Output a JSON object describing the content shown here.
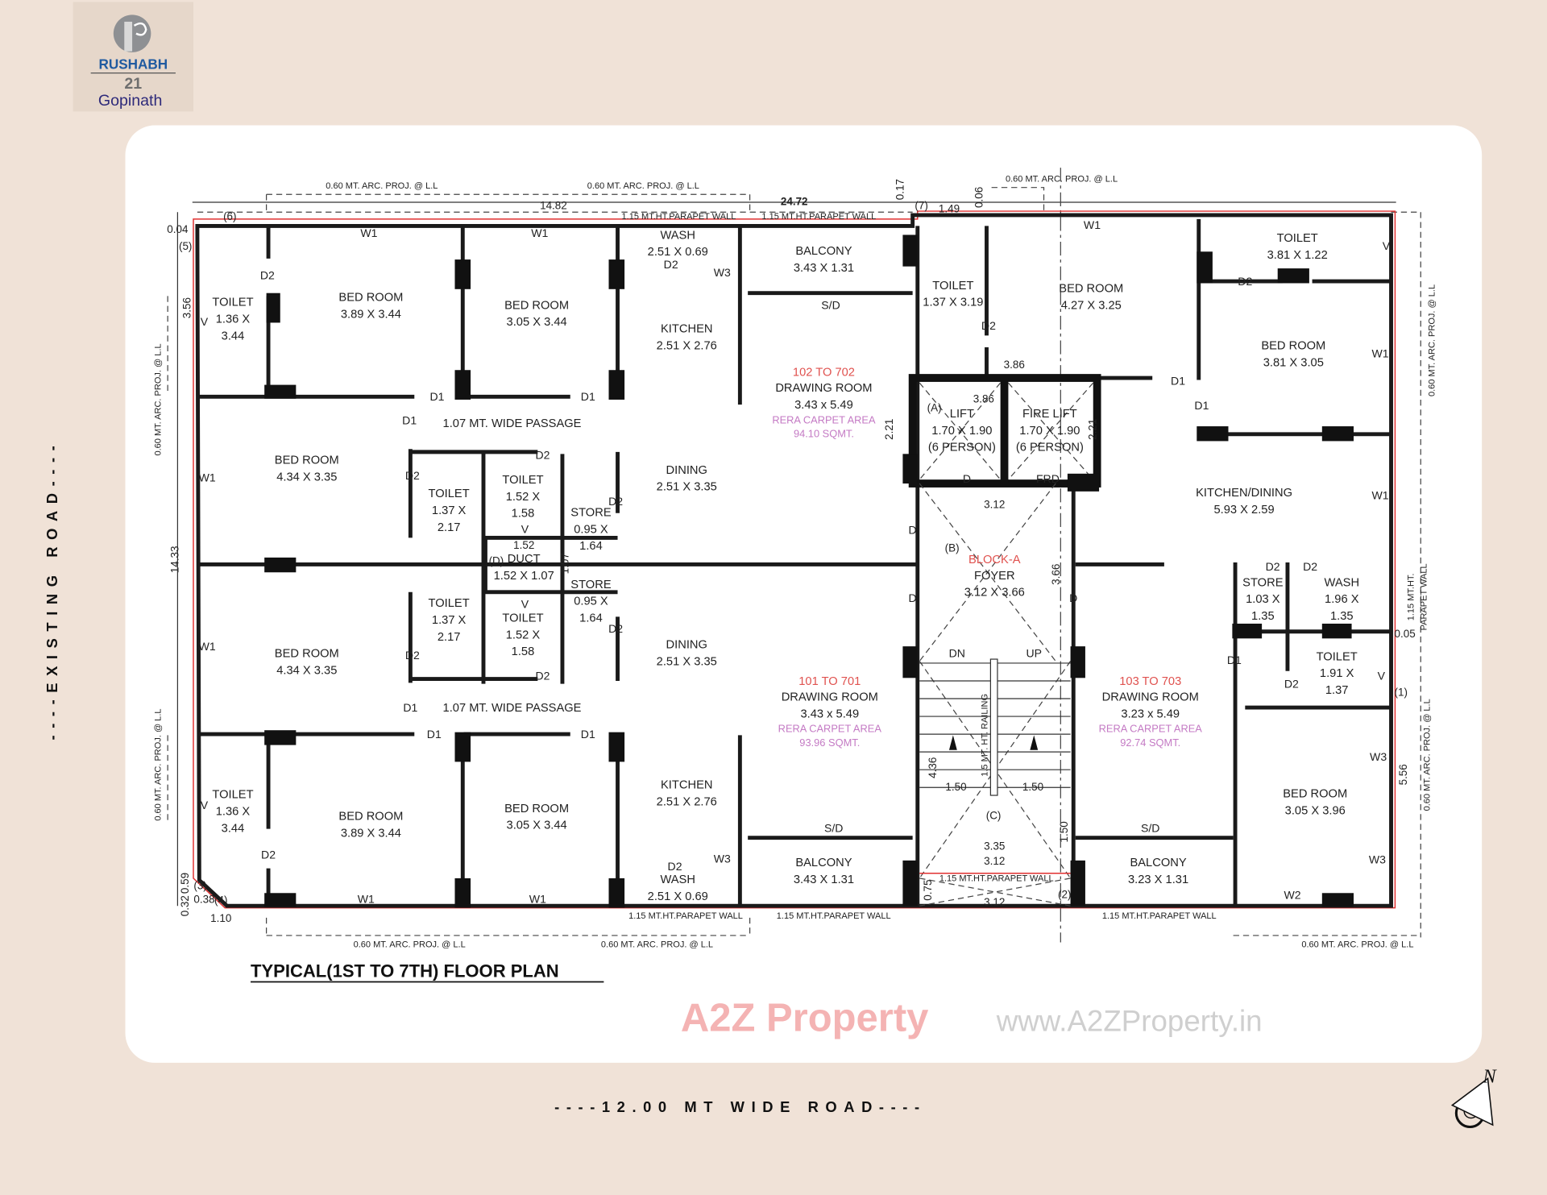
{
  "logo": {
    "brand": "RUSHABH",
    "number": "21",
    "name": "Gopinath",
    "colors": {
      "box": "#e6d7ca",
      "emblem": "#8e9093",
      "brand": "#1f5aa0",
      "name": "#2e2a7a"
    }
  },
  "plan_title": "TYPICAL(1ST TO 7TH) FLOOR PLAN",
  "roads": {
    "left": "----EXISTING ROAD----",
    "bottom": "----12.00 MT WIDE ROAD----"
  },
  "compass": {
    "icon": "north-arrow-icon",
    "label": "N"
  },
  "watermark": {
    "logo_text": "A2Z Property",
    "url": "www.A2ZProperty.in"
  },
  "colors": {
    "background": "#f0e2d7",
    "card": "#ffffff",
    "unit_label": "#e0524f",
    "carpet_area": "#c47ac4",
    "boundary": "#e03030"
  },
  "rooms": [
    {
      "lines": [
        "TOILET",
        "1.36 X",
        "3.44"
      ]
    },
    {
      "lines": [
        "BED ROOM",
        "3.89 X 3.44"
      ]
    },
    {
      "lines": [
        "BED ROOM",
        "3.05 X 3.44"
      ]
    },
    {
      "lines": [
        "WASH",
        "2.51 X 0.69"
      ]
    },
    {
      "lines": [
        "KITCHEN",
        "2.51 X 2.76"
      ]
    },
    {
      "lines": [
        "BALCONY",
        "3.43 X 1.31"
      ]
    },
    {
      "unit": "102 TO 702",
      "lines": [
        "DRAWING ROOM",
        "3.43 x 5.49"
      ],
      "carpet": [
        "RERA CARPET AREA",
        "94.10 SQMT."
      ]
    },
    {
      "lines": [
        "TOILET",
        "1.37 X 3.19"
      ]
    },
    {
      "lines": [
        "BED ROOM",
        "4.27 X 3.25"
      ]
    },
    {
      "lines": [
        "TOILET",
        "3.81 X 1.22"
      ]
    },
    {
      "lines": [
        "BED ROOM",
        "3.81 X 3.05"
      ]
    },
    {
      "lines": [
        "LIFT",
        "1.70 X 1.90",
        "(6 PERSON)"
      ]
    },
    {
      "lines": [
        "FIRE LIFT",
        "1.70 X 1.90",
        "(6 PERSON)"
      ]
    },
    {
      "lines": [
        "BED ROOM",
        "4.34 X 3.35"
      ]
    },
    {
      "lines": [
        "TOILET",
        "1.37 X",
        "2.17"
      ]
    },
    {
      "lines": [
        "TOILET",
        "1.52 X",
        "1.58"
      ]
    },
    {
      "lines": [
        "STORE",
        "0.95 X",
        "1.64"
      ]
    },
    {
      "lines": [
        "DINING",
        "2.51 X 3.35"
      ]
    },
    {
      "lines": [
        "KITCHEN/DINING",
        "5.93 X 2.59"
      ]
    },
    {
      "lines": [
        "DUCT",
        "1.52 X 1.07"
      ]
    },
    {
      "unit": "BLOCK-A",
      "lines": [
        "FOYER",
        "3.12 X 3.66"
      ]
    },
    {
      "lines": [
        "STORE",
        "0.95 X",
        "1.64"
      ]
    },
    {
      "lines": [
        "TOILET",
        "1.37 X",
        "2.17"
      ]
    },
    {
      "lines": [
        "TOILET",
        "1.52 X",
        "1.58"
      ]
    },
    {
      "lines": [
        "BED ROOM",
        "4.34 X 3.35"
      ]
    },
    {
      "lines": [
        "DINING",
        "2.51 X 3.35"
      ]
    },
    {
      "lines": [
        "STORE",
        "1.03 X",
        "1.35"
      ]
    },
    {
      "lines": [
        "WASH",
        "1.96 X",
        "1.35"
      ]
    },
    {
      "lines": [
        "TOILET",
        "1.91 X",
        "1.37"
      ]
    },
    {
      "unit": "101 TO 701",
      "lines": [
        "DRAWING ROOM",
        "3.43 x 5.49"
      ],
      "carpet": [
        "RERA CARPET AREA",
        "93.96 SQMT."
      ]
    },
    {
      "unit": "103 TO 703",
      "lines": [
        "DRAWING ROOM",
        "3.23 x 5.49"
      ],
      "carpet": [
        "RERA CARPET AREA",
        "92.74 SQMT."
      ]
    },
    {
      "lines": [
        "TOILET",
        "1.36 X",
        "3.44"
      ]
    },
    {
      "lines": [
        "BED ROOM",
        "3.89 X 3.44"
      ]
    },
    {
      "lines": [
        "BED ROOM",
        "3.05 X 3.44"
      ]
    },
    {
      "lines": [
        "KITCHEN",
        "2.51 X 2.76"
      ]
    },
    {
      "lines": [
        "WASH",
        "2.51 X 0.69"
      ]
    },
    {
      "lines": [
        "BALCONY",
        "3.43 X 1.31"
      ]
    },
    {
      "lines": [
        "BALCONY",
        "3.23 X 1.31"
      ]
    },
    {
      "lines": [
        "BED ROOM",
        "3.05 X 3.96"
      ]
    }
  ],
  "passages": [
    "1.07 MT. WIDE PASSAGE",
    "1.07 MT. WIDE PASSAGE"
  ],
  "door_labels": [
    "D2",
    "W1",
    "W1",
    "D2",
    "W3",
    "D1",
    "D1",
    "D1",
    "D2",
    "D2",
    "D2",
    "W1",
    "V",
    "S/D",
    "D2",
    "W1",
    "D2",
    "V",
    "D1",
    "W1",
    "D1",
    "D",
    "FRD",
    "W1",
    "D",
    "D",
    "D",
    "D2",
    "D2",
    "D1",
    "D2",
    "V",
    "W3",
    "W3",
    "W2",
    "V",
    "V",
    "D2",
    "D2",
    "D2",
    "W1",
    "D1",
    "D1",
    "D1",
    "D2",
    "V",
    "W1",
    "W1",
    "D2",
    "W3",
    "S/D",
    "S/D",
    "DN",
    "UP"
  ],
  "dimension_labels": [
    "24.72",
    "14.82",
    "1.49",
    "0.17",
    "0.06",
    "0.04",
    "(6)",
    "(5)",
    "(7)",
    "3.56",
    "14.33",
    "3.86",
    "3.86",
    "2.21",
    "2.21",
    "(A)",
    "3.12",
    "(B)",
    "3.66",
    "(D)",
    "1.52",
    "1.07",
    "4.36",
    "1.50",
    "1.50",
    "(C)",
    "1.50",
    "3.35",
    "3.12",
    "3.12",
    "0.75",
    "(2)",
    "(1)",
    "5.56",
    "0.05",
    "0.32",
    "0.59",
    "(3)",
    "0.38",
    "(4)",
    "1.10"
  ],
  "annotations": [
    "0.60 MT. ARC. PROJ. @ L.L",
    "0.60 MT. ARC. PROJ. @ L.L",
    "0.60 MT. ARC. PROJ. @ L.L",
    "0.60 MT. ARC. PROJ. @ L.L",
    "0.60 MT. ARC. PROJ. @ L.L",
    "0.60 MT. ARC. PROJ. @ L.L",
    "0.60 MT. ARC. PROJ. @ L.L",
    "0.60 MT. ARC. PROJ. @ L.L",
    "0.60 MT. ARC. PROJ. @ L.L",
    "0.60 MT. ARC. PROJ. @ L.L",
    "1.15 MT.HT.PARAPET WALL",
    "1.15 MT.HT.PARAPET WALL",
    "1.15 MT.HT.PARAPET WALL",
    "1.15 MT.HT.PARAPET WALL",
    "1.15 MT.HT.PARAPET WALL",
    "1.15 MT.HT.PARAPET WALL",
    "1.15 MT.HT.",
    "PARAPET WALL",
    "1.5 MT. HT. RAILING"
  ]
}
